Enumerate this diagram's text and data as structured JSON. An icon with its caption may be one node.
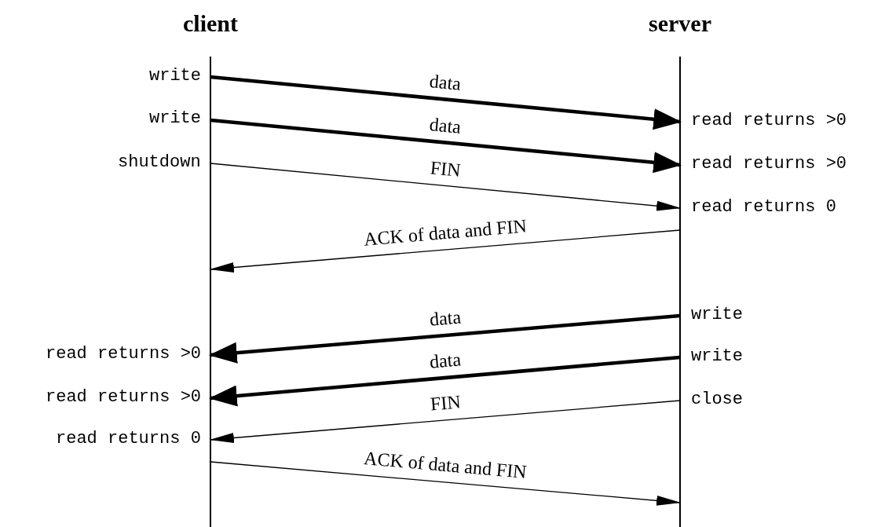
{
  "diagram": {
    "nodes": [
      {
        "text": [
          "client"
        ]
      },
      {
        "text": [
          "server"
        ]
      }
    ],
    "edges": [
      {
        "from": 0,
        "to": 1,
        "arrow": "to",
        "label": "data",
        "style": "thick"
      },
      {
        "from": 0,
        "to": 1,
        "arrow": "to",
        "label": "data",
        "style": "thick"
      },
      {
        "from": 0,
        "to": 1,
        "arrow": "to",
        "label": "FIN"
      },
      {
        "from": 1,
        "to": 0,
        "arrow": "to",
        "label": "ACK of data and FIN"
      },
      {
        "from": 1,
        "to": 0,
        "arrow": "to",
        "label": "data",
        "style": "thick"
      },
      {
        "from": 1,
        "to": 0,
        "arrow": "to",
        "label": "data",
        "style": "thick"
      },
      {
        "from": 1,
        "to": 0,
        "arrow": "to",
        "label": "FIN"
      },
      {
        "from": 0,
        "to": 1,
        "arrow": "to",
        "label": "ACK of data and FIN"
      }
    ],
    "labels": [
      "write",
      "write",
      "read returns >0",
      "shutdown",
      "read returns >0",
      "read returns 0",
      "write",
      "read returns >0",
      "write",
      "read returns >0",
      "close",
      "read returns 0"
    ]
  }
}
